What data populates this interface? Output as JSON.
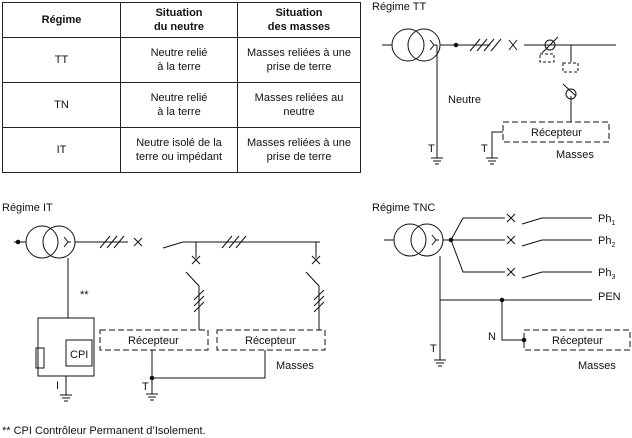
{
  "table": {
    "headers": [
      {
        "l1": "Régime",
        "l2": ""
      },
      {
        "l1": "Situation",
        "l2": "du neutre"
      },
      {
        "l1": "Situation",
        "l2": "des masses"
      }
    ],
    "rows": [
      {
        "regime": "TT",
        "neutre": [
          "Neutre relié",
          "à la terre"
        ],
        "masses": [
          "Masses reliées à une",
          "prise de terre"
        ]
      },
      {
        "regime": "TN",
        "neutre": [
          "Neutre relié",
          "à la terre"
        ],
        "masses": [
          "Masses reliées au",
          "neutre"
        ]
      },
      {
        "regime": "IT",
        "neutre": [
          "Neutre isolé de la",
          "terre ou impédant"
        ],
        "masses": [
          "Masses reliées à une",
          "prise de terre"
        ]
      }
    ]
  },
  "tt": {
    "title": "Régime TT",
    "neutre": "Neutre",
    "recepteur": "Récepteur",
    "masses": "Masses",
    "t1": "T",
    "t2": "T"
  },
  "it": {
    "title": "Régime IT",
    "stars": "**",
    "cpi": "CPI",
    "i": "I",
    "recepteur1": "Récepteur",
    "recepteur2": "Récepteur",
    "masses": "Masses",
    "t": "T"
  },
  "tnc": {
    "title": "Régime TNC",
    "ph1": "Ph",
    "ph1_sub": "1",
    "ph2": "Ph",
    "ph2_sub": "2",
    "ph3": "Ph",
    "ph3_sub": "3",
    "pen": "PEN",
    "n": "N",
    "t": "T",
    "recepteur": "Récepteur",
    "masses": "Masses"
  },
  "footnote": "** CPI Contrôleur Permanent d’Isolement."
}
